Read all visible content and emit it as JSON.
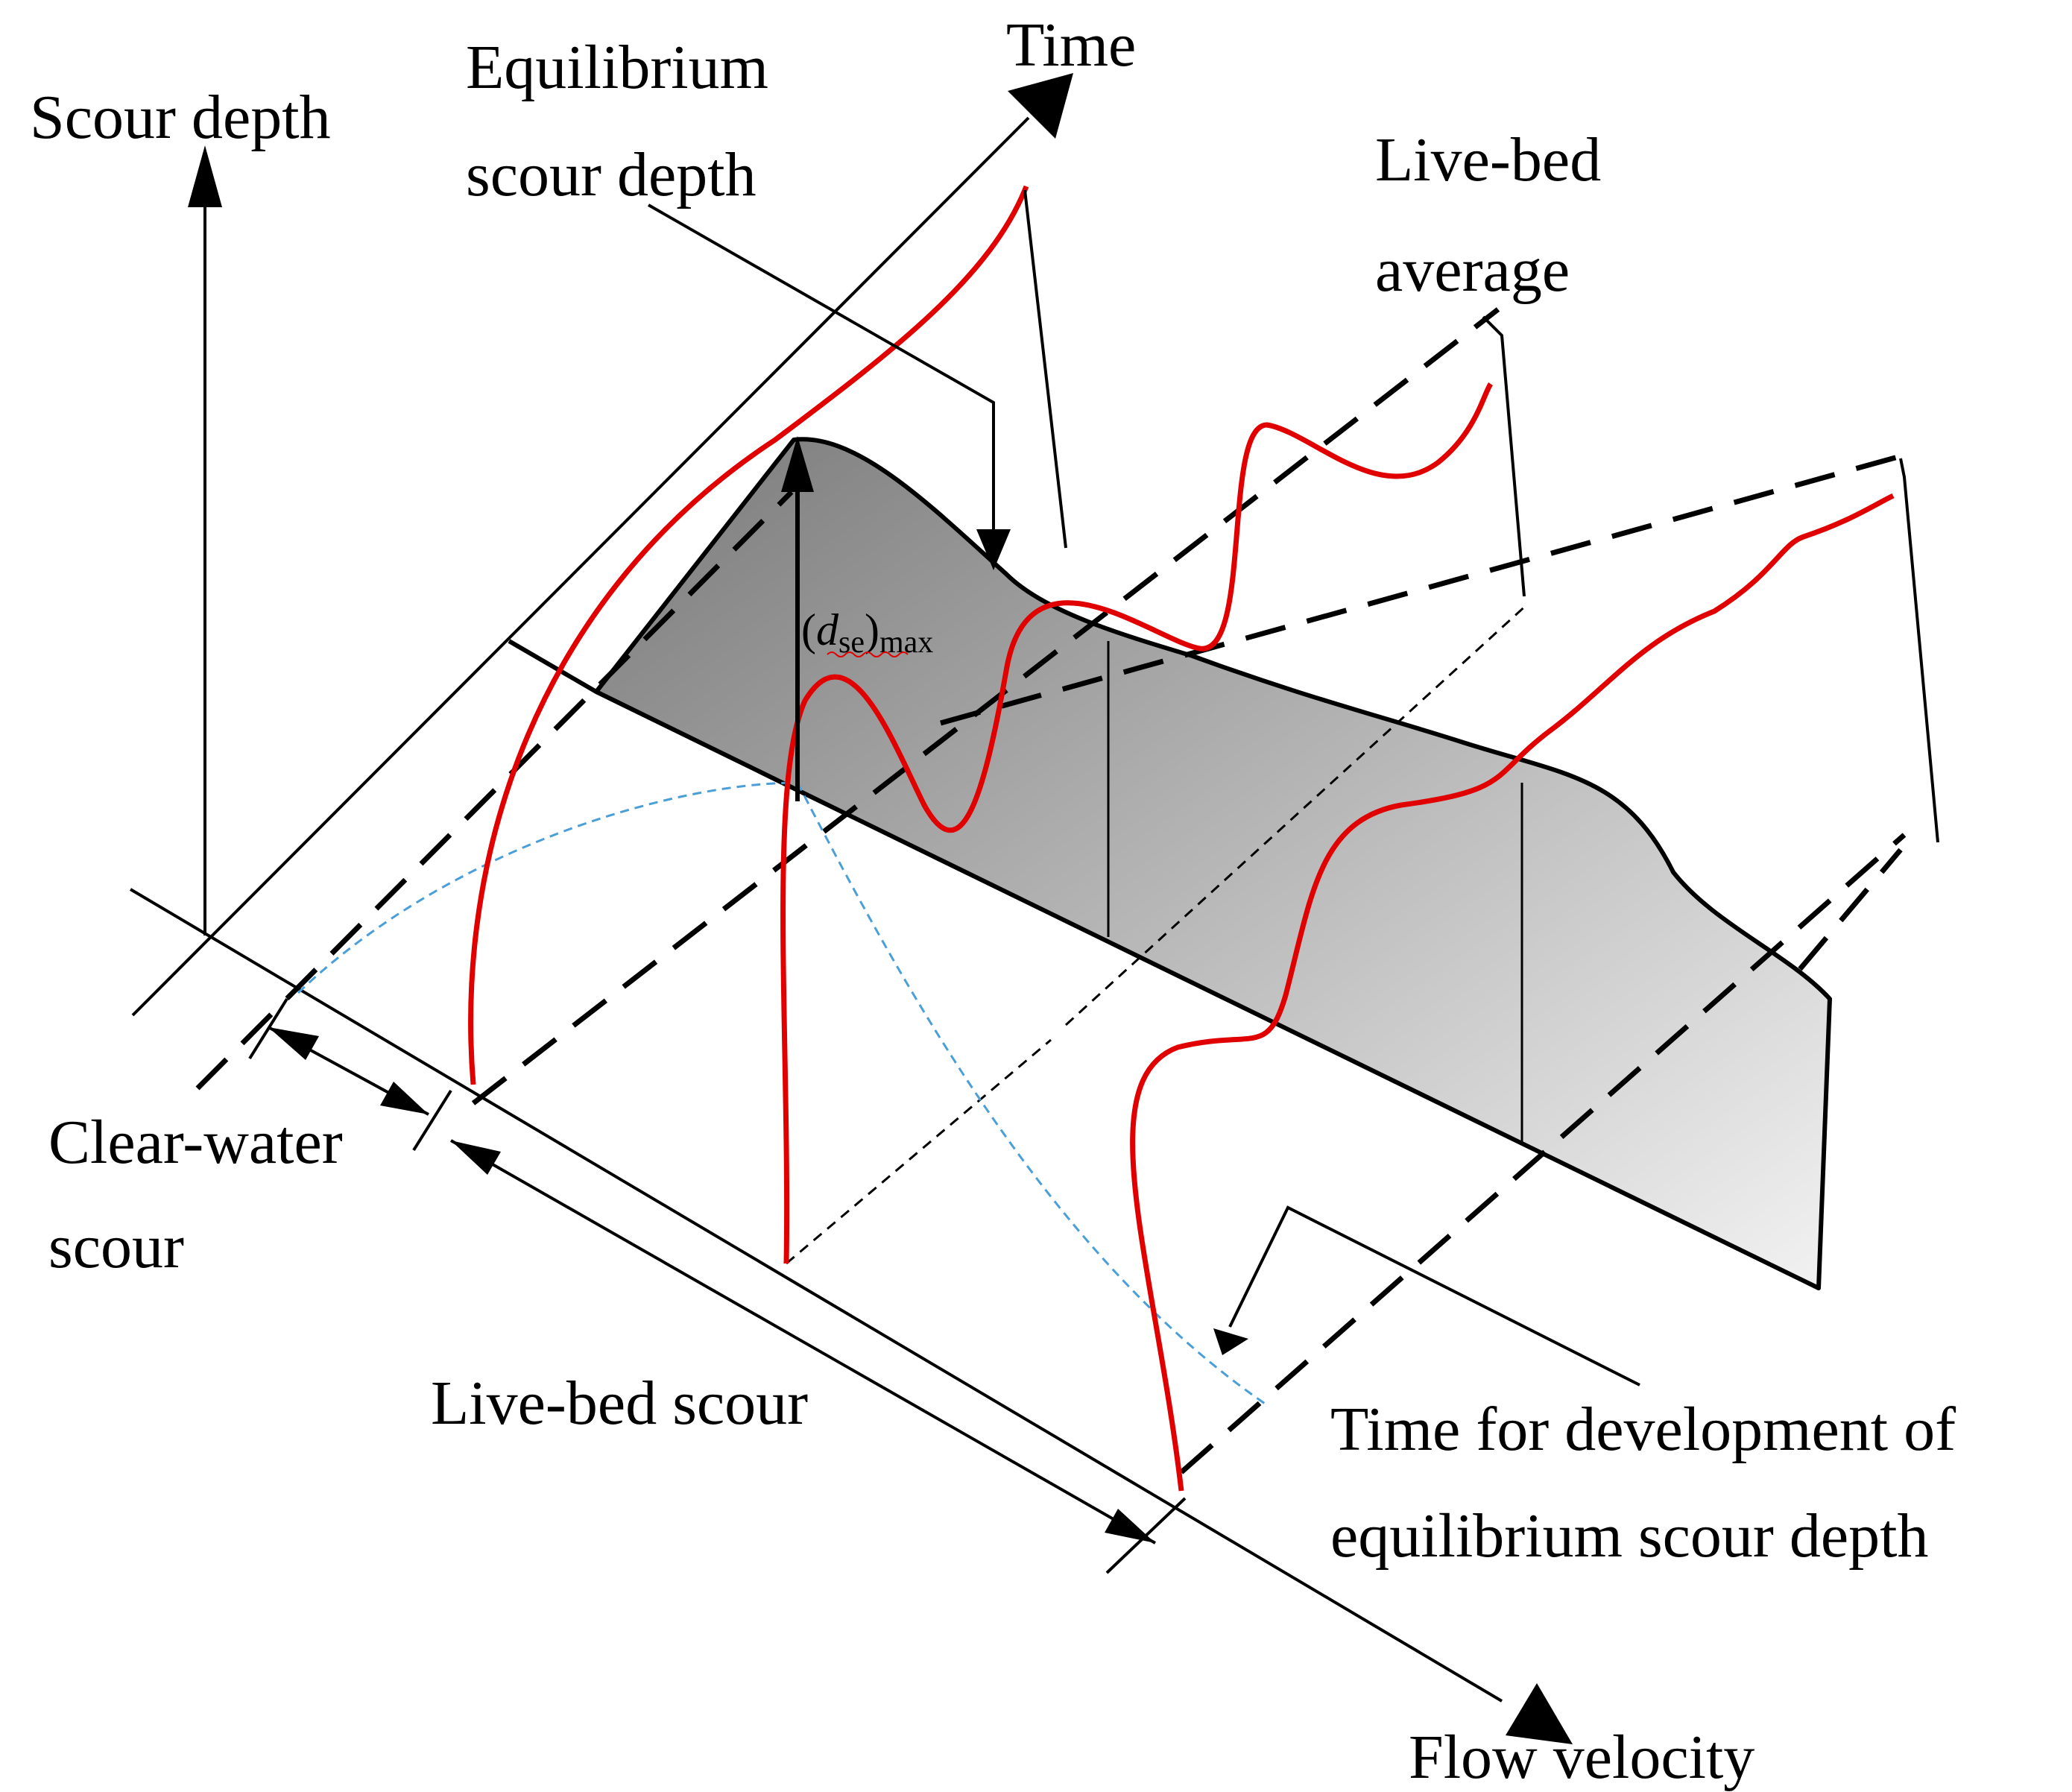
{
  "labels": {
    "scour_depth": "Scour depth",
    "time": "Time",
    "equilibrium_line1": "Equilibrium",
    "equilibrium_line2": "scour depth",
    "live_bed_avg_line1": "Live-bed",
    "live_bed_avg_line2": "average",
    "dse_open": "(",
    "dse_symbol": "d",
    "dse_sub": "se",
    "dse_close": ")",
    "dse_max": "max",
    "clear_water_line1": "Clear-water",
    "clear_water_line2": "scour",
    "live_bed_scour": "Live-bed scour",
    "time_dev_line1": "Time for development of",
    "time_dev_line2": "equilibrium scour depth",
    "flow_velocity": "Flow velocity"
  },
  "colors": {
    "curve": "#e00000",
    "dashed_blue": "#4a9fd8",
    "axis": "#000000",
    "fill_dark": "#7a7a7a",
    "fill_light": "#f2f2f2"
  }
}
